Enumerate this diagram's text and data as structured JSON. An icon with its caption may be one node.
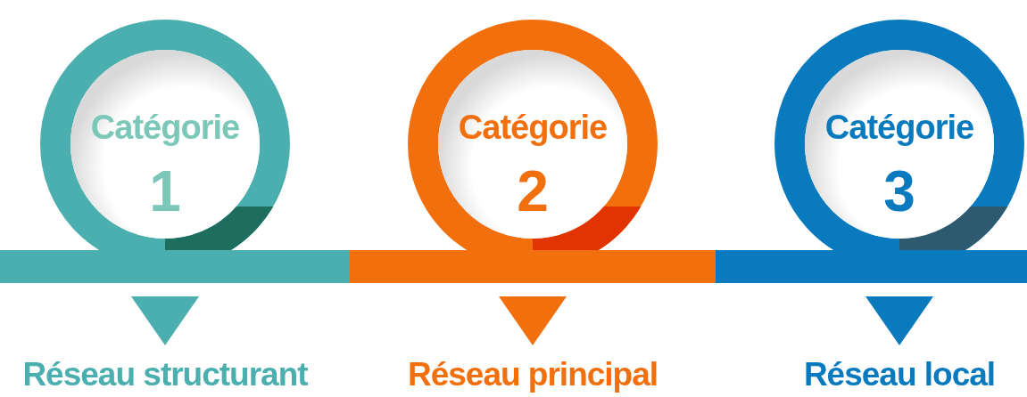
{
  "diagram": {
    "nodes": [
      {
        "text": [
          "Catégorie",
          "1"
        ],
        "beside": [
          "Réseau structurant"
        ]
      },
      {
        "text": [
          "Catégorie",
          "2"
        ],
        "beside": [
          "Réseau principal"
        ]
      },
      {
        "text": [
          "Catégorie",
          "3"
        ],
        "beside": [
          "Réseau local"
        ]
      }
    ]
  }
}
